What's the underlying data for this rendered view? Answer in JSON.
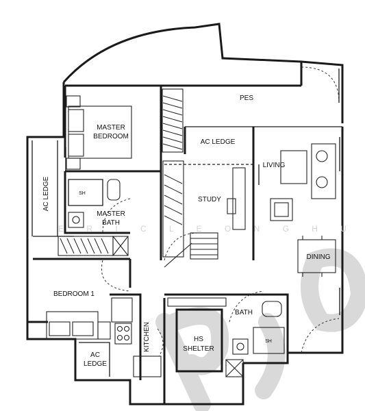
{
  "rooms": {
    "pes": "PES",
    "master_bedroom_line1": "MASTER",
    "master_bedroom_line2": "BEDROOM",
    "ac_ledge_top": "AC LEDGE",
    "ac_ledge_left": "AC LEDGE",
    "ac_ledge_bottom_line1": "AC",
    "ac_ledge_bottom_line2": "LEDGE",
    "master_bath_line1": "MASTER",
    "master_bath_line2": "BATH",
    "sh_master": "SH",
    "study": "STUDY",
    "living": "LIVING",
    "dining": "DINING",
    "bedroom1": "BEDROOM 1",
    "kitchen": "KITCHEN",
    "hs_shelter_line1": "HS",
    "hs_shelter_line2": "SHELTER",
    "bath": "BATH",
    "sh_bath": "SH"
  },
  "watermark": {
    "text": "E R I C   L E O N G   H U E Y",
    "color": "#d4d4d4"
  },
  "colors": {
    "wall": "#1a1a1a",
    "background": "#ffffff"
  }
}
